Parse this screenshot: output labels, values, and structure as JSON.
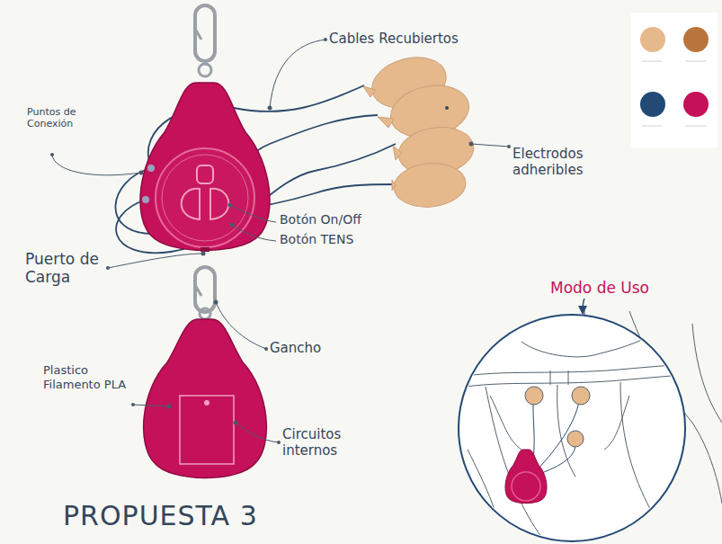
{
  "diagram": {
    "title": "PROPUESTA 3",
    "labels": [
      "Cables Recubiertos",
      "Puntos de Conexión",
      "Electrodos adheribles",
      "Botón On/Off",
      "Botón TENS",
      "Puerto de Carga",
      "Gancho",
      "Plastico Filamento PLA",
      "Circuitos internos",
      "Modo de Uso"
    ]
  }
}
